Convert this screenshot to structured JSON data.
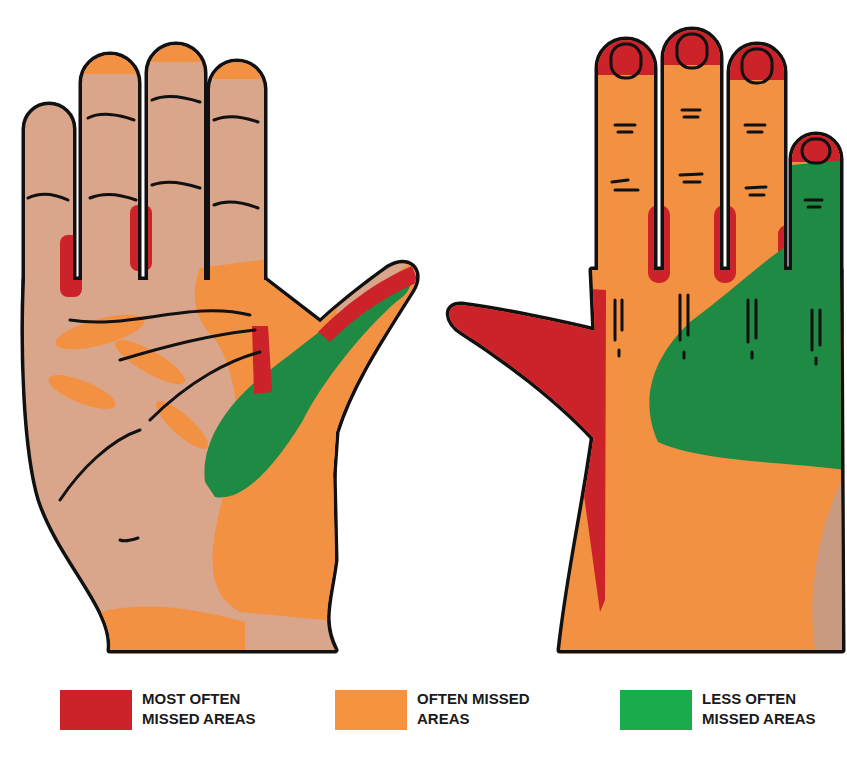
{
  "diagram": {
    "legend": [
      {
        "text": "MOST OFTEN MISSED AREAS",
        "color": "#cc2229"
      },
      {
        "text": "OFTEN MISSED AREAS",
        "color": "#f7923e"
      },
      {
        "text": "LESS OFTEN MISSED AREAS",
        "color": "#1aab4b"
      }
    ]
  }
}
